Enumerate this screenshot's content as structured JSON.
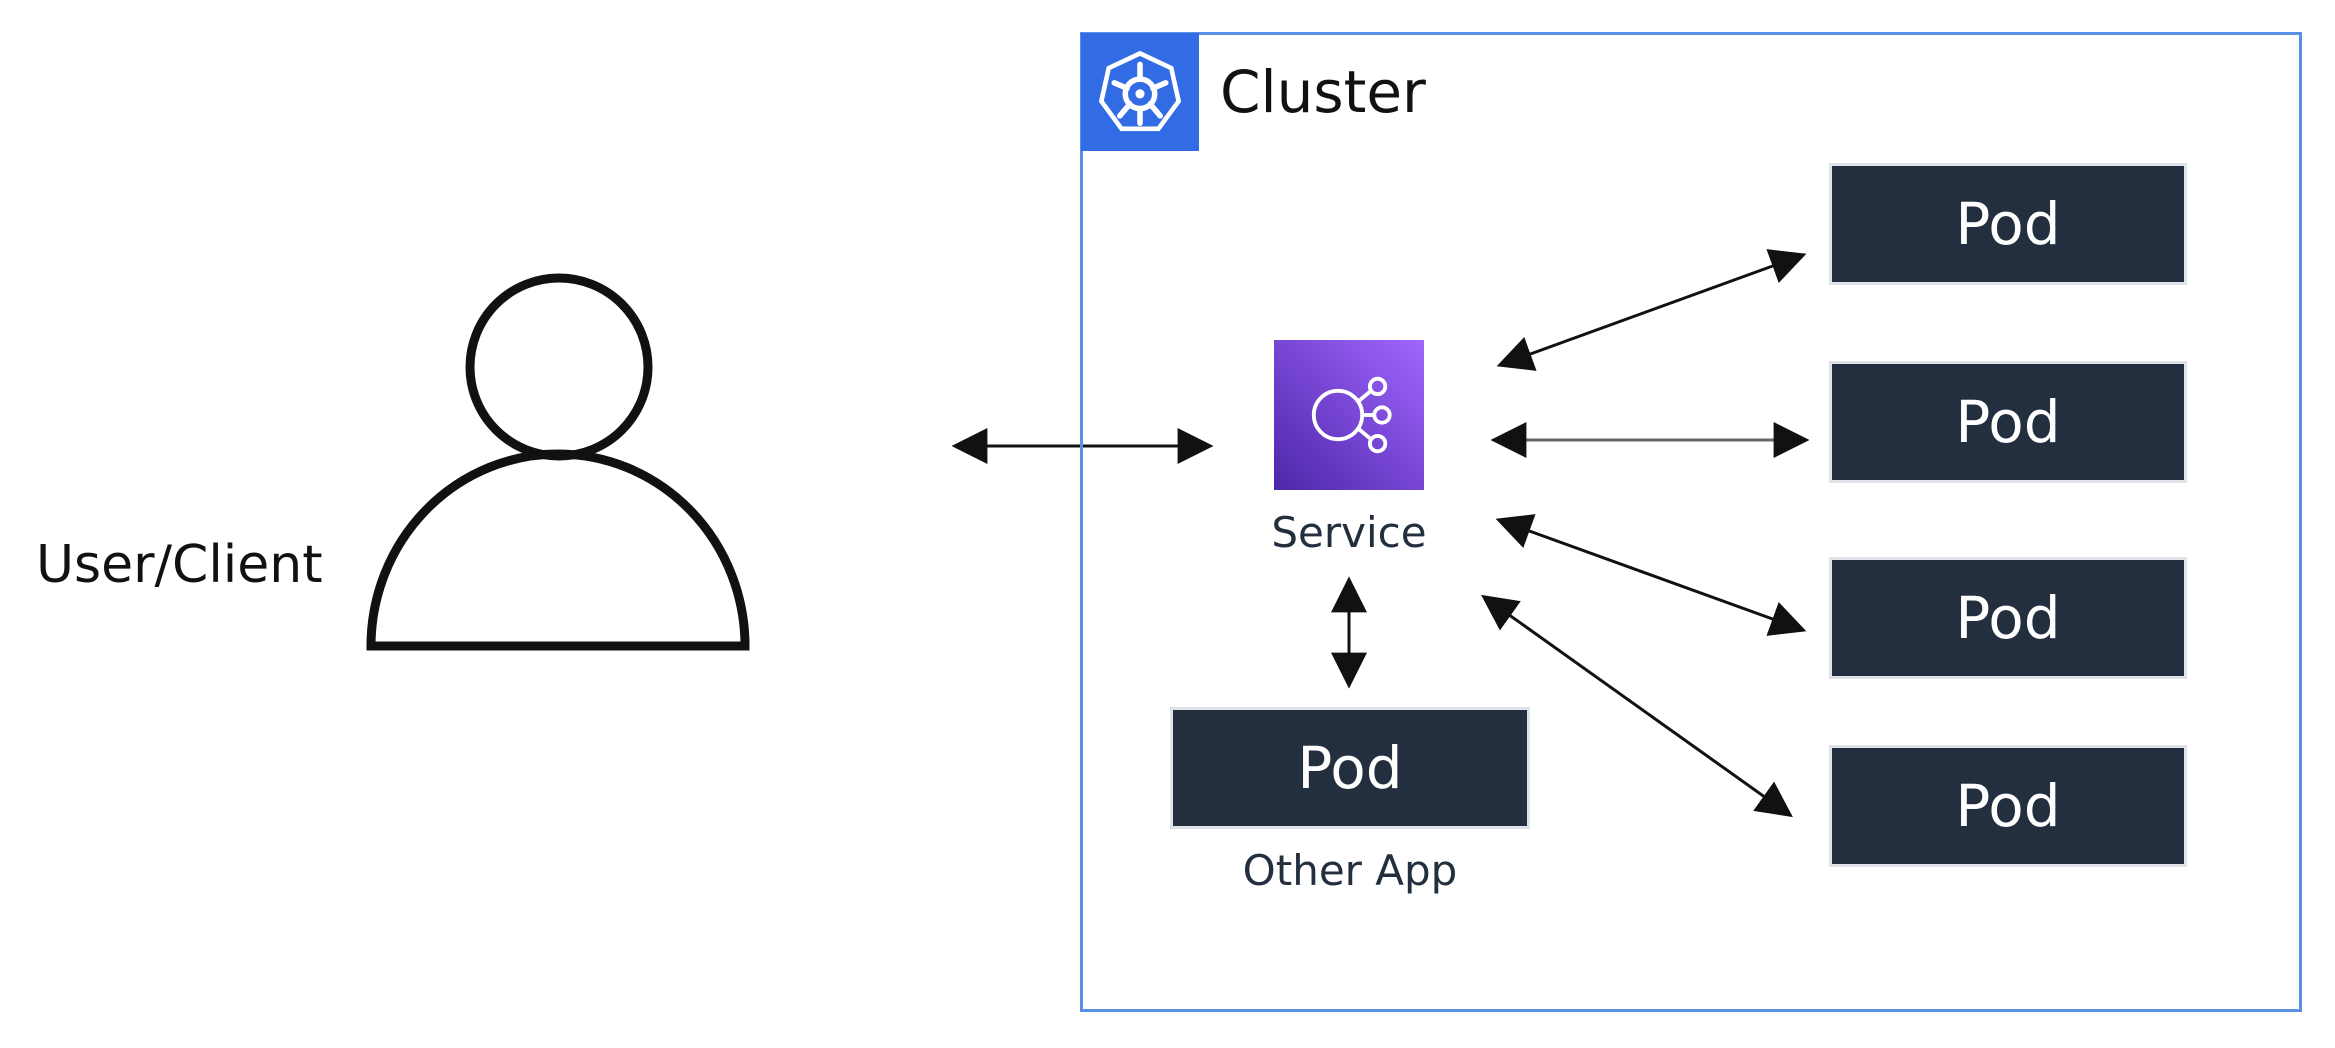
{
  "user": {
    "label": "User/Client"
  },
  "cluster": {
    "label": "Cluster"
  },
  "service": {
    "label": "Service"
  },
  "pods": [
    "Pod",
    "Pod",
    "Pod",
    "Pod"
  ],
  "other_app": {
    "pod_label": "Pod",
    "label": "Other App"
  },
  "colors": {
    "cluster_border": "#5b8fe6",
    "kubernetes_blue": "#326ce5",
    "service_purple_dark": "#4d27a8",
    "service_purple_light": "#a166ff",
    "pod_fill": "#232f3e"
  }
}
